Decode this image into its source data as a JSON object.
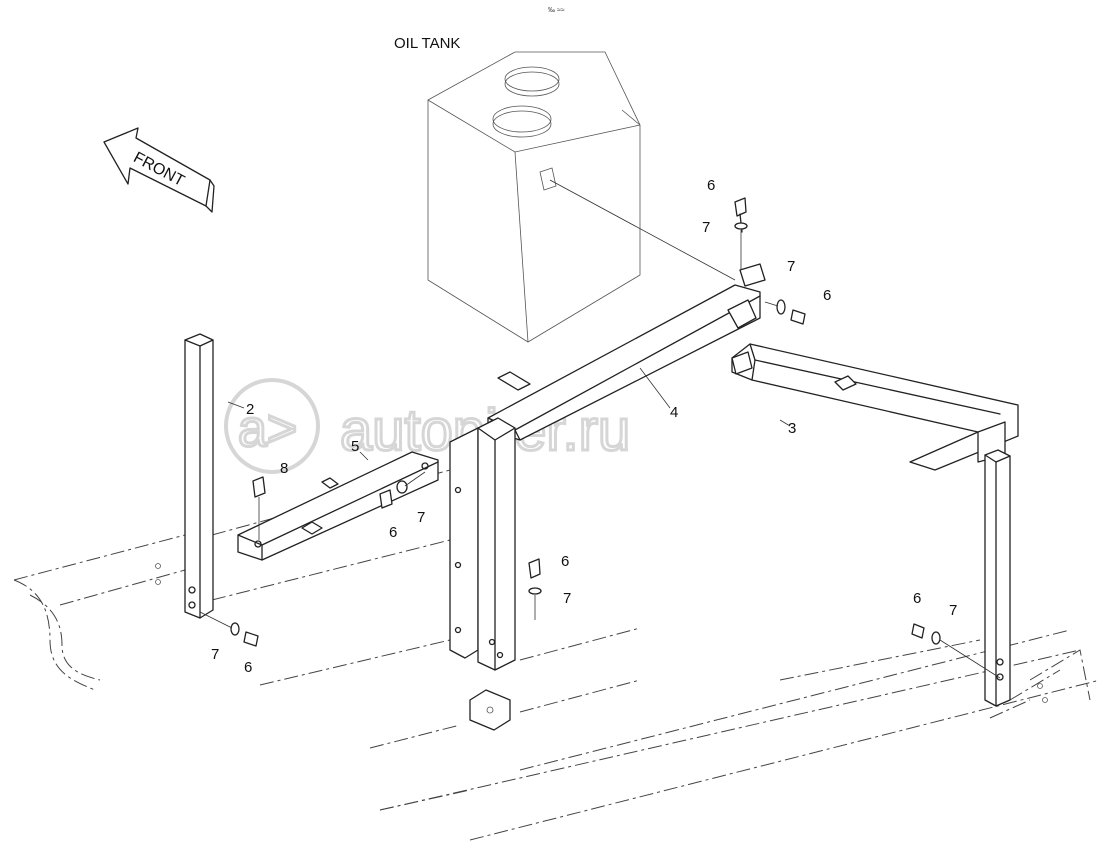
{
  "header": {
    "mark": "‰ ≈≈"
  },
  "title": {
    "label": "OIL TANK"
  },
  "front": {
    "label": "FRONT"
  },
  "watermark": {
    "text": "autopiter.ru"
  },
  "callouts": {
    "c2": "2",
    "c3": "3",
    "c4": "4",
    "c5": "5",
    "c8": "8",
    "c6_top": "6",
    "c7_top": "7",
    "c7_right": "7",
    "c6_right": "6",
    "c6_mid": "6",
    "c7_mid": "7",
    "c6_center": "6",
    "c7_center": "7",
    "c7_left": "7",
    "c6_left": "6",
    "c6_far": "6",
    "c7_far": "7"
  }
}
